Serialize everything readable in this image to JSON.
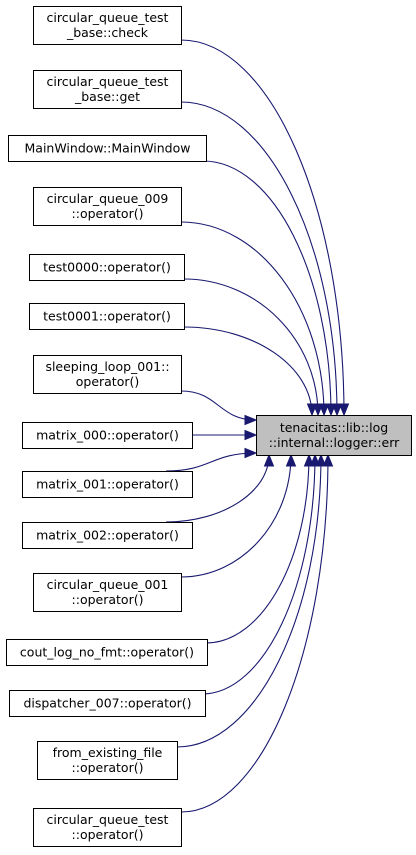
{
  "diagram": {
    "target": {
      "lines": [
        "tenacitas::lib::log",
        "::internal::logger::err"
      ]
    },
    "callers": [
      {
        "id": "n1",
        "lines": [
          "circular_queue_test",
          "_base::check"
        ]
      },
      {
        "id": "n2",
        "lines": [
          "circular_queue_test",
          "_base::get"
        ]
      },
      {
        "id": "n3",
        "lines": [
          "MainWindow::MainWindow"
        ]
      },
      {
        "id": "n4",
        "lines": [
          "circular_queue_009",
          "::operator()"
        ]
      },
      {
        "id": "n5",
        "lines": [
          "test0000::operator()"
        ]
      },
      {
        "id": "n6",
        "lines": [
          "test0001::operator()"
        ]
      },
      {
        "id": "n7",
        "lines": [
          "sleeping_loop_001::",
          "operator()"
        ]
      },
      {
        "id": "n8",
        "lines": [
          "matrix_000::operator()"
        ]
      },
      {
        "id": "n9",
        "lines": [
          "matrix_001::operator()"
        ]
      },
      {
        "id": "n10",
        "lines": [
          "matrix_002::operator()"
        ]
      },
      {
        "id": "n11",
        "lines": [
          "circular_queue_001",
          "::operator()"
        ]
      },
      {
        "id": "n12",
        "lines": [
          "cout_log_no_fmt::operator()"
        ]
      },
      {
        "id": "n13",
        "lines": [
          "dispatcher_007::operator()"
        ]
      },
      {
        "id": "n14",
        "lines": [
          "from_existing_file",
          "::operator()"
        ]
      },
      {
        "id": "n15",
        "lines": [
          "circular_queue_test",
          "::operator()"
        ]
      }
    ],
    "colors": {
      "edge": "#191970",
      "target_fill": "#bfbfbf",
      "node_fill": "#ffffff",
      "border": "#000000"
    }
  }
}
